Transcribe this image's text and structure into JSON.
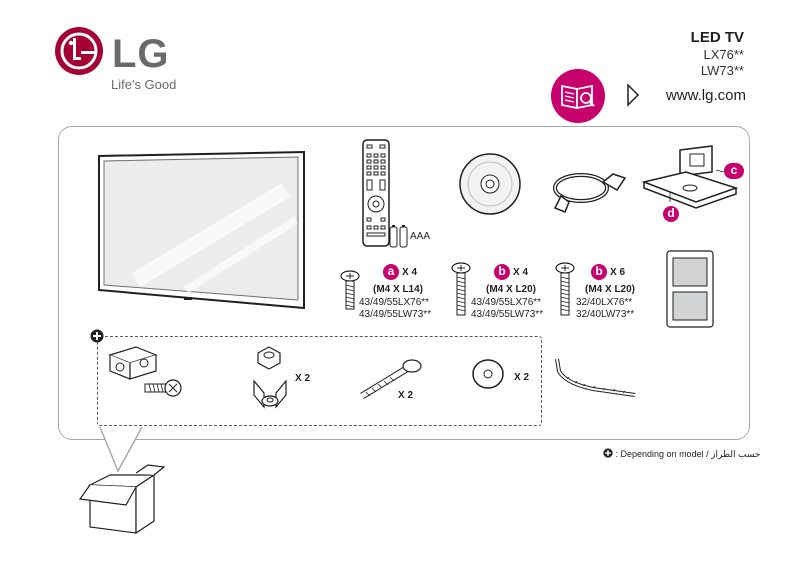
{
  "header": {
    "brand": "LG",
    "slogan": "Life's Good",
    "product_title": "LED TV",
    "models": [
      "LX76**",
      "LW73**"
    ],
    "website": "www.lg.com",
    "brand_color": "#a50034",
    "accent_color": "#c8006e"
  },
  "items": {
    "batteries_label": "AAA",
    "screws": [
      {
        "badge": "a",
        "qty": "X 4",
        "spec": "(M4 X L14)",
        "models": [
          "43/49/55LX76**",
          "43/49/55LW73**"
        ]
      },
      {
        "badge": "b",
        "qty": "X 4",
        "spec": "(M4 X L20)",
        "models": [
          "43/49/55LX76**",
          "43/49/55LW73**"
        ]
      },
      {
        "badge": "b",
        "qty": "X 6",
        "spec": "(M4 X L20)",
        "models": [
          "32/40LX76**",
          "32/40LW73**"
        ]
      }
    ],
    "stand_badges": [
      "c",
      "d"
    ],
    "optional_quantities": [
      "X 2",
      "X 2",
      "X 2"
    ]
  },
  "footnote": {
    "text": ": Depending on model / حسب الطراز",
    "icon": "plus-circle-icon"
  }
}
